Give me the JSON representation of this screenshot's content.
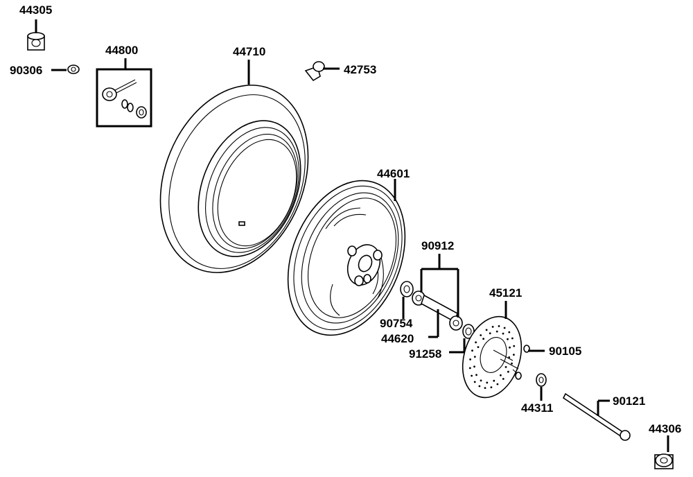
{
  "parts": {
    "p44305": "44305",
    "p90306": "90306",
    "p44800": "44800",
    "p44710": "44710",
    "p42753": "42753",
    "p44601": "44601",
    "p90912": "90912",
    "p45121": "45121",
    "p90754": "90754",
    "p44620": "44620",
    "p91258": "91258",
    "p90105": "90105",
    "p44311": "44311",
    "p90121": "90121",
    "p44306": "44306"
  }
}
